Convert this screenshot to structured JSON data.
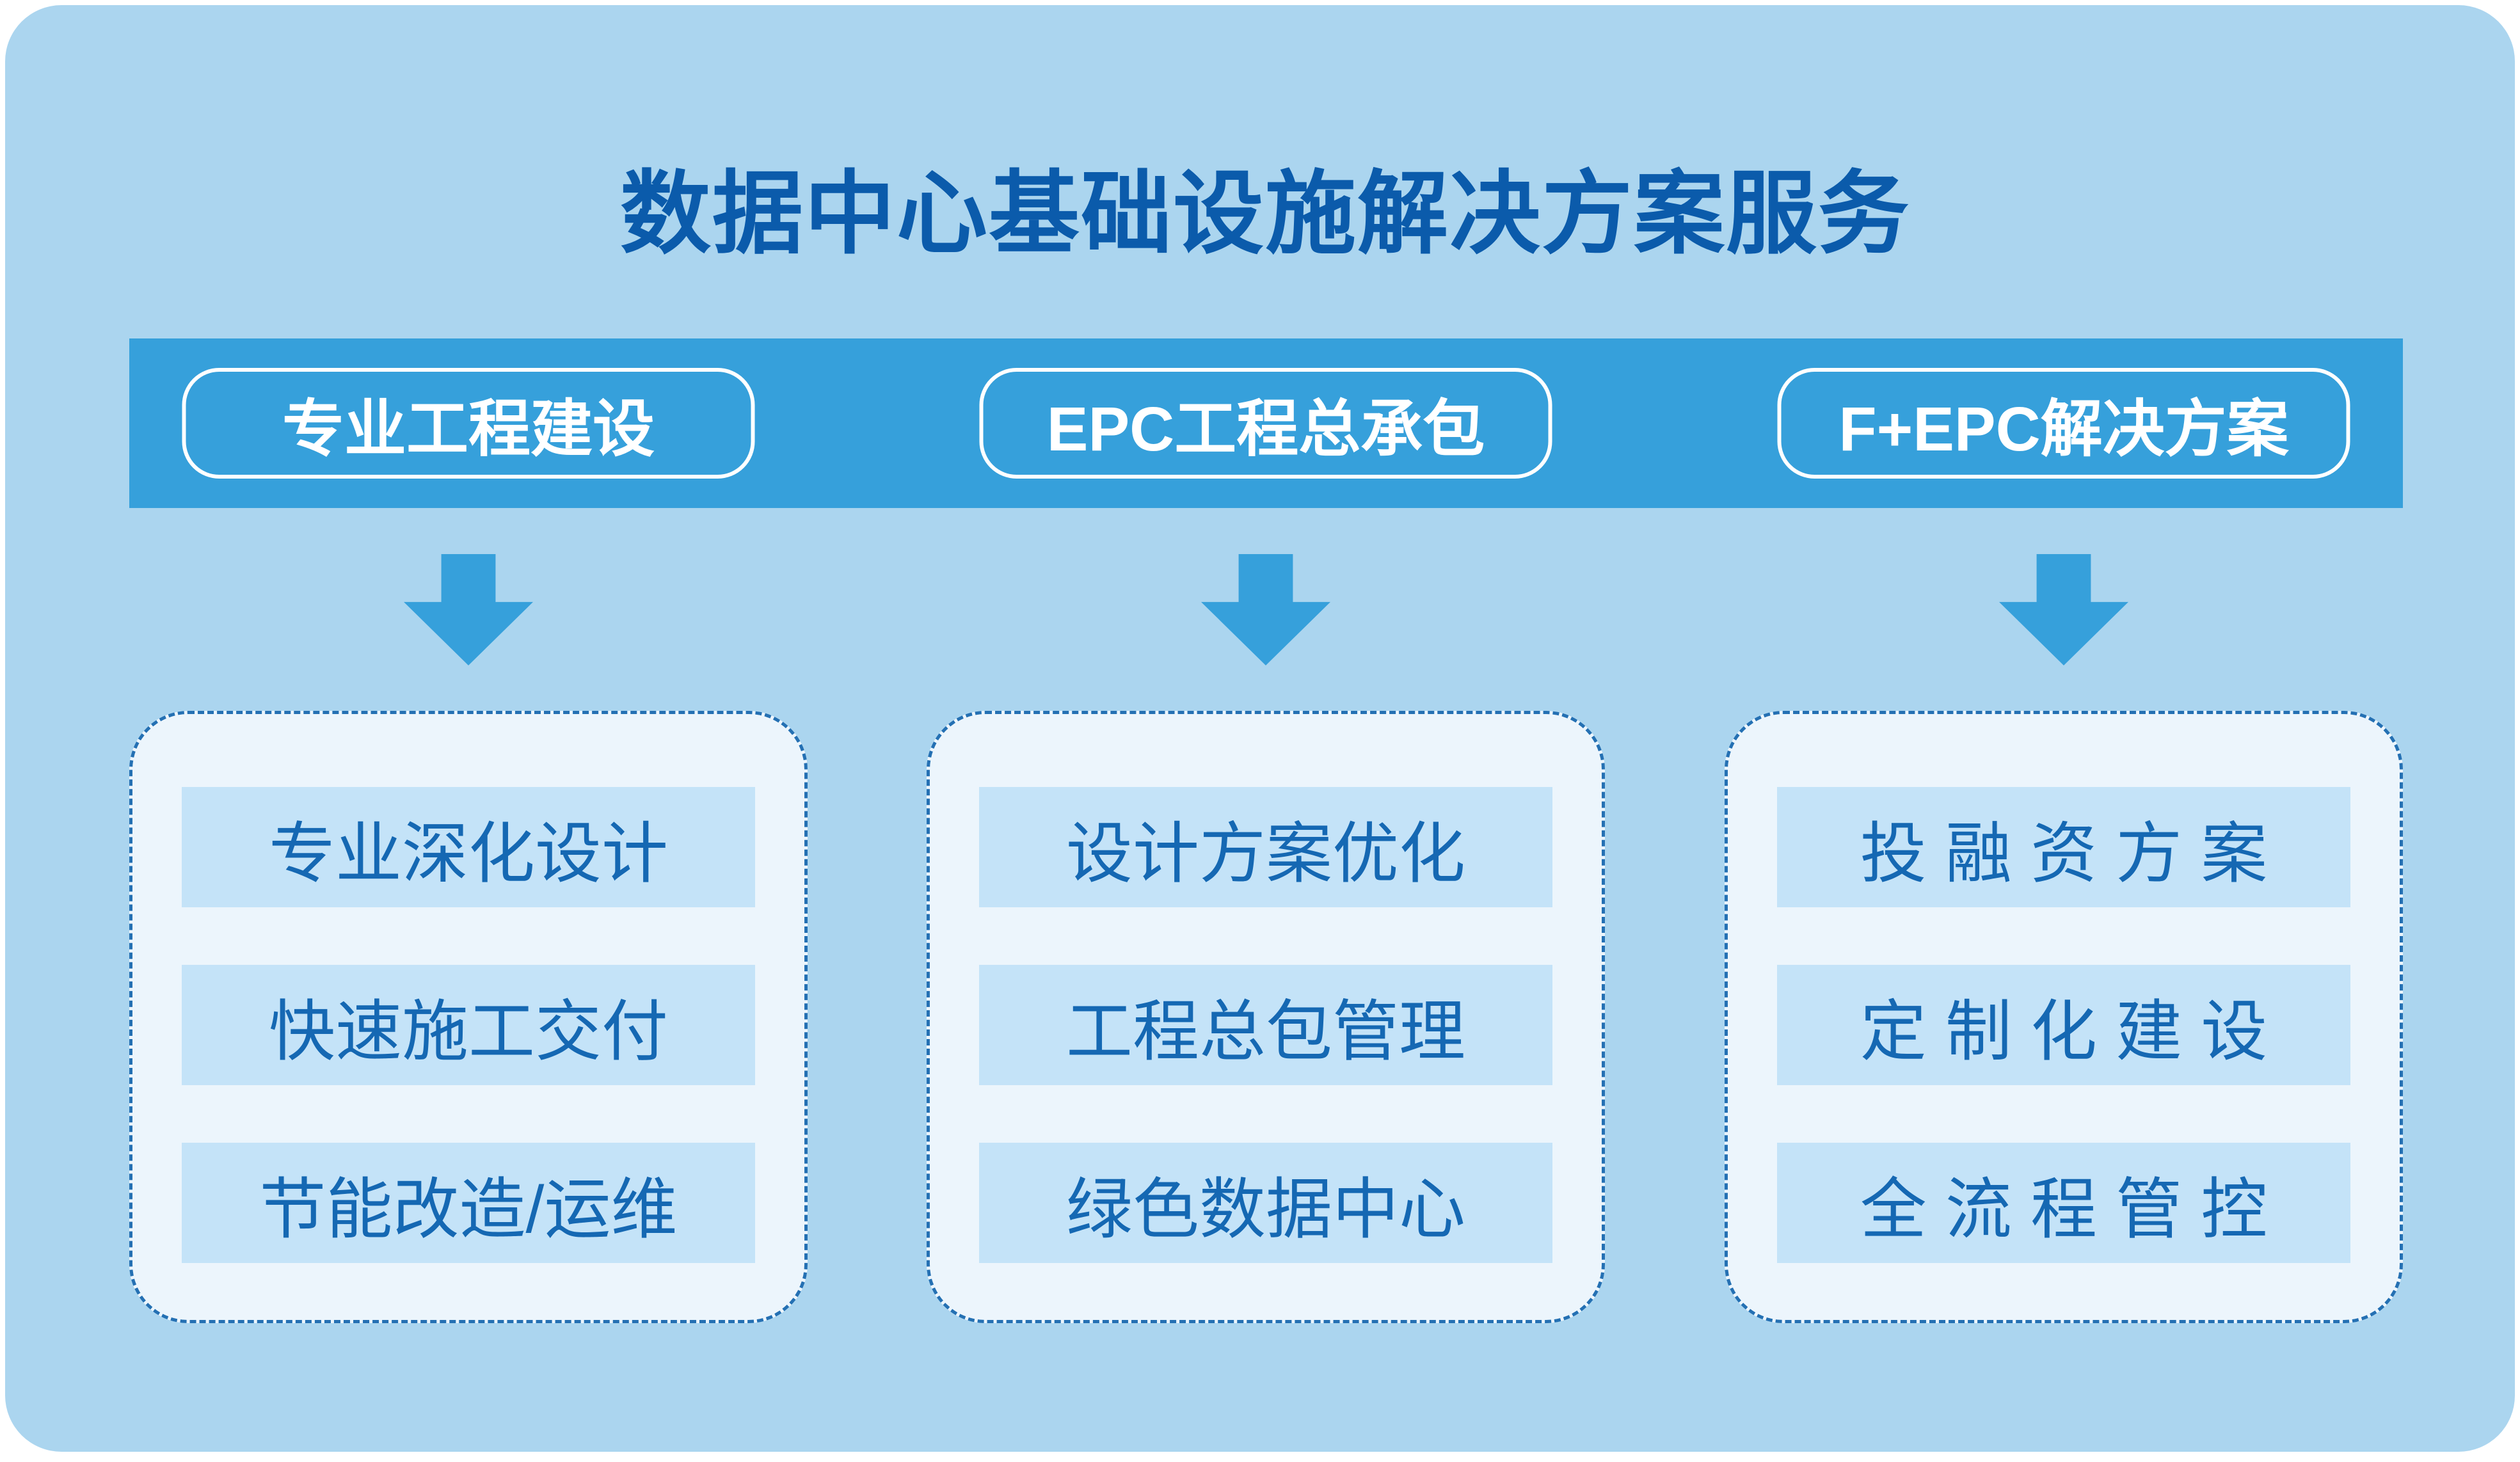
{
  "title": "数据中心基础设施解决方案服务",
  "columns": [
    {
      "tab": "专业工程建设",
      "items": [
        "专业深化设计",
        "快速施工交付",
        "节能改造/运维"
      ]
    },
    {
      "tab": "EPC工程总承包",
      "items": [
        "设计方案优化",
        "工程总包管理",
        "绿色数据中心"
      ]
    },
    {
      "tab": "F+EPC解决方案",
      "items": [
        "投融资方案",
        "定制化建设",
        "全流程管控"
      ]
    }
  ],
  "colors": {
    "page_background": "#ffffff",
    "card_background": "#abd5ef",
    "band_background": "#36a0db",
    "title_text": "#0b5bab",
    "tab_text": "#ffffff",
    "tab_border": "#ffffff",
    "arrow": "#36a0db",
    "panel_background": "#ecf5fc",
    "panel_border": "#2470b3",
    "item_background": "#c4e3f8",
    "item_text": "#1568b3"
  }
}
